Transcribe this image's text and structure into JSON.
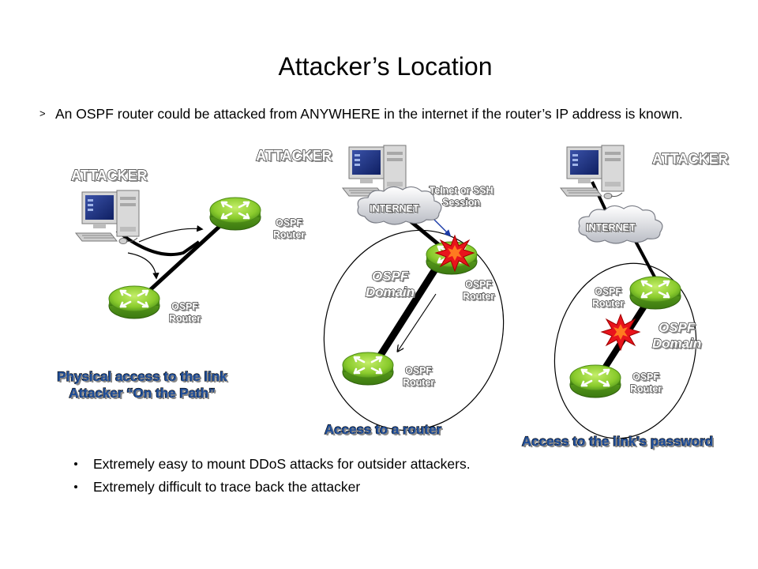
{
  "slide": {
    "title": "Attacker’s Location",
    "intro_marker": ">",
    "intro": "An OSPF router could be attacked from ANYWHERE in the internet if the router’s IP address is known."
  },
  "scenario_left": {
    "attacker_label": "ATTACKER",
    "router_top_label": [
      "OSPF",
      "Router"
    ],
    "router_bottom_label": [
      "OSPF",
      "Router"
    ],
    "caption_line1": "Physical access to the link",
    "caption_line2": "Attacker “On the Path”"
  },
  "scenario_middle": {
    "attacker_label": "ATTACKER",
    "cloud_label": "INTERNET",
    "session_label": [
      "Telnet or SSH",
      "Session"
    ],
    "domain_label": [
      "OSPF",
      "Domain"
    ],
    "router_top_label": [
      "OSPF",
      "Router"
    ],
    "router_bottom_label": [
      "OSPF",
      "Router"
    ],
    "caption": "Access to a router"
  },
  "scenario_right": {
    "attacker_label": "ATTACKER",
    "cloud_label": "INTERNET",
    "domain_label": [
      "OSPF",
      "Domain"
    ],
    "router_top_label": [
      "OSPF",
      "Router"
    ],
    "router_bottom_label": [
      "OSPF",
      "Router"
    ],
    "caption": "Access to the link’s password"
  },
  "bullets": [
    "Extremely easy to mount DDoS attacks for outsider attackers.",
    "Extremely difficult to trace back the attacker"
  ],
  "colors": {
    "router_green": "#5a9e1e",
    "router_light": "#a8dc4a",
    "caption_blue": "#1f4e9a",
    "explosion_red": "#e8141c",
    "session_arrow": "#1a3aa8"
  }
}
